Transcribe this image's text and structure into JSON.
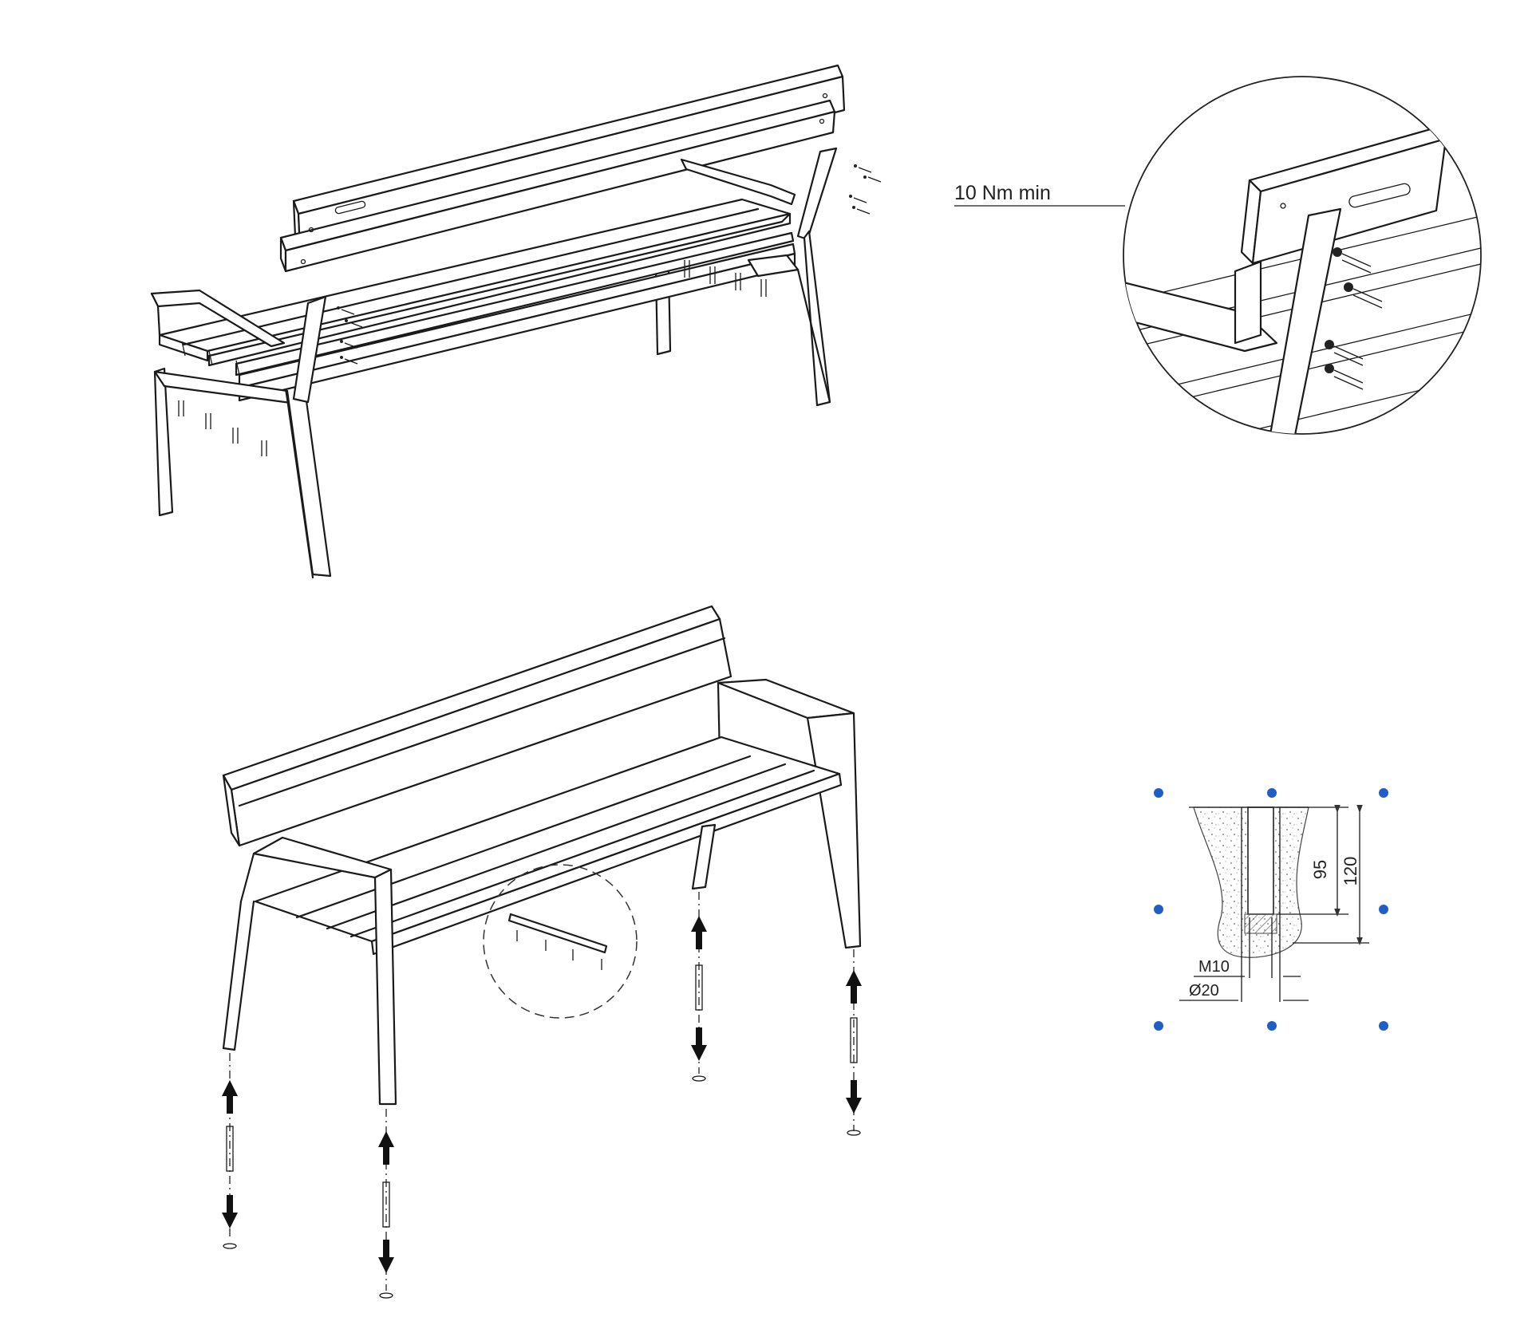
{
  "torque_label": "10 Nm min",
  "dimensions": {
    "embed_depth": "95",
    "hole_depth": "120",
    "thread": "M10",
    "hole_diameter": "Ø20"
  },
  "colors": {
    "line": "#1a1a1a",
    "selection_handle": "#1f5fc4",
    "background": "#ffffff"
  },
  "icons": {
    "arrow": "filled-arrow",
    "anchor": "ground-anchor-bolt"
  }
}
